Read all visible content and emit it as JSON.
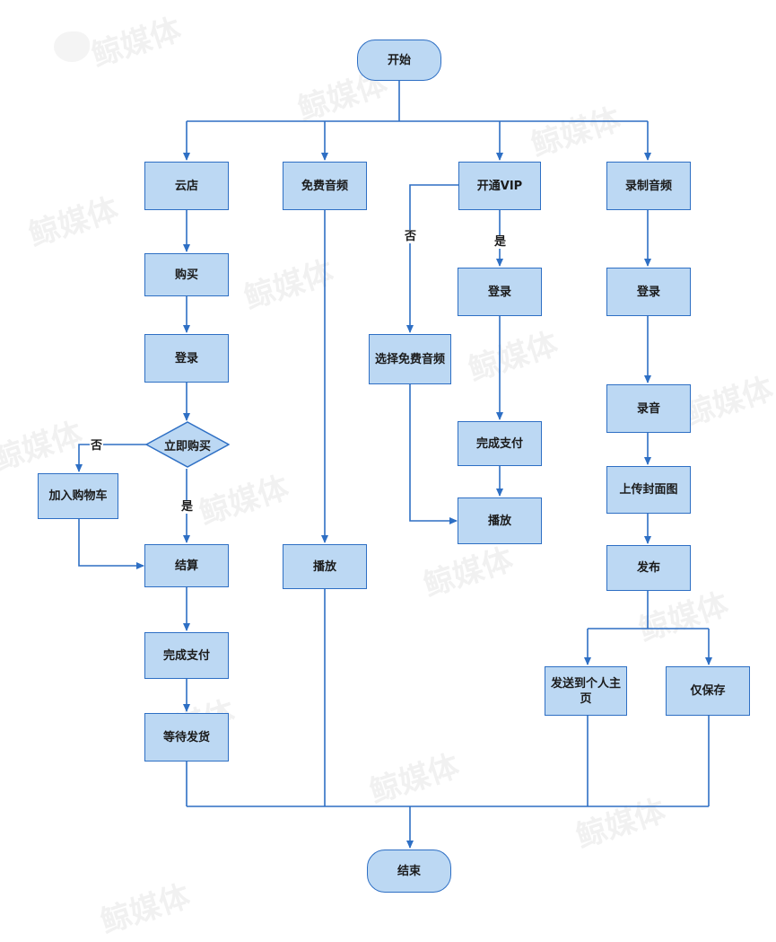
{
  "nodes": {
    "start": "开始",
    "end": "结束",
    "cloud_store": "云店",
    "buy": "购买",
    "login1": "登录",
    "buy_now": "立即购买",
    "add_cart": "加入购物车",
    "checkout": "结算",
    "pay1": "完成支付",
    "wait_ship": "等待发货",
    "free_audio": "免费音频",
    "play1": "播放",
    "open_vip": "开通VIP",
    "choose_free": "选择免费音频",
    "login2": "登录",
    "pay2": "完成支付",
    "play2": "播放",
    "record_audio": "录制音频",
    "login3": "登录",
    "record": "录音",
    "upload_cover": "上传封面图",
    "publish": "发布",
    "send_home": "发送到个人主页",
    "save_only": "仅保存"
  },
  "labels": {
    "no1": "否",
    "yes1": "是",
    "no2": "否",
    "yes2": "是"
  },
  "watermark": "鲸媒体",
  "colors": {
    "node_fill": "#bcd8f3",
    "node_border": "#2e6fc4",
    "line": "#2e6fc4"
  }
}
